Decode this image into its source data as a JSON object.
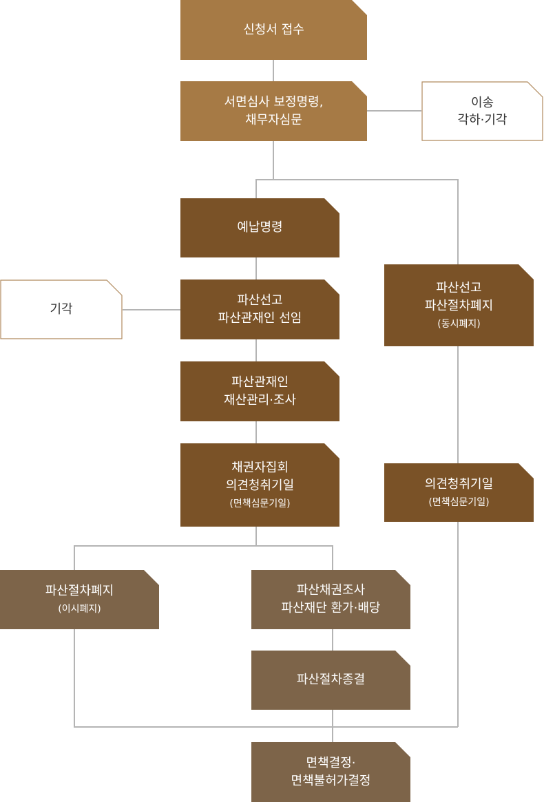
{
  "diagram": {
    "receipt": [
      "신청서 접수"
    ],
    "review": [
      "서면심사 보정명령,",
      "채무자심문"
    ],
    "review_side": [
      "이송",
      "각하·기각"
    ],
    "prepay": [
      "예납명령"
    ],
    "declaration": [
      "파산선고",
      "파산관재인 선임"
    ],
    "declaration_side": [
      "기각"
    ],
    "trustee": [
      "파산관재인",
      "재산관리·조사"
    ],
    "meeting": [
      "채권자집회",
      "의견청취기일"
    ],
    "meeting_sub": "(면책심문기일)",
    "abolish_later": [
      "파산절차폐지"
    ],
    "abolish_later_sub": "(이시폐지)",
    "claims": [
      "파산채권조사",
      "파산재단 환가·배당"
    ],
    "closure": [
      "파산절차종결"
    ],
    "discharge": [
      "면책결정·",
      "면책불허가결정"
    ],
    "simultaneous": [
      "파산선고",
      "파산절차폐지"
    ],
    "simultaneous_sub": "(동시폐지)",
    "simultaneous_hearing": [
      "의견청취기일"
    ],
    "simultaneous_hearing_sub": "(면책심문기일)"
  },
  "colors": {
    "tan": "#a67a45",
    "dark_brown": "#7a5227",
    "gray_brown": "#7d6449",
    "connector": "#b4b4b4",
    "outline": "#b08a5e"
  }
}
